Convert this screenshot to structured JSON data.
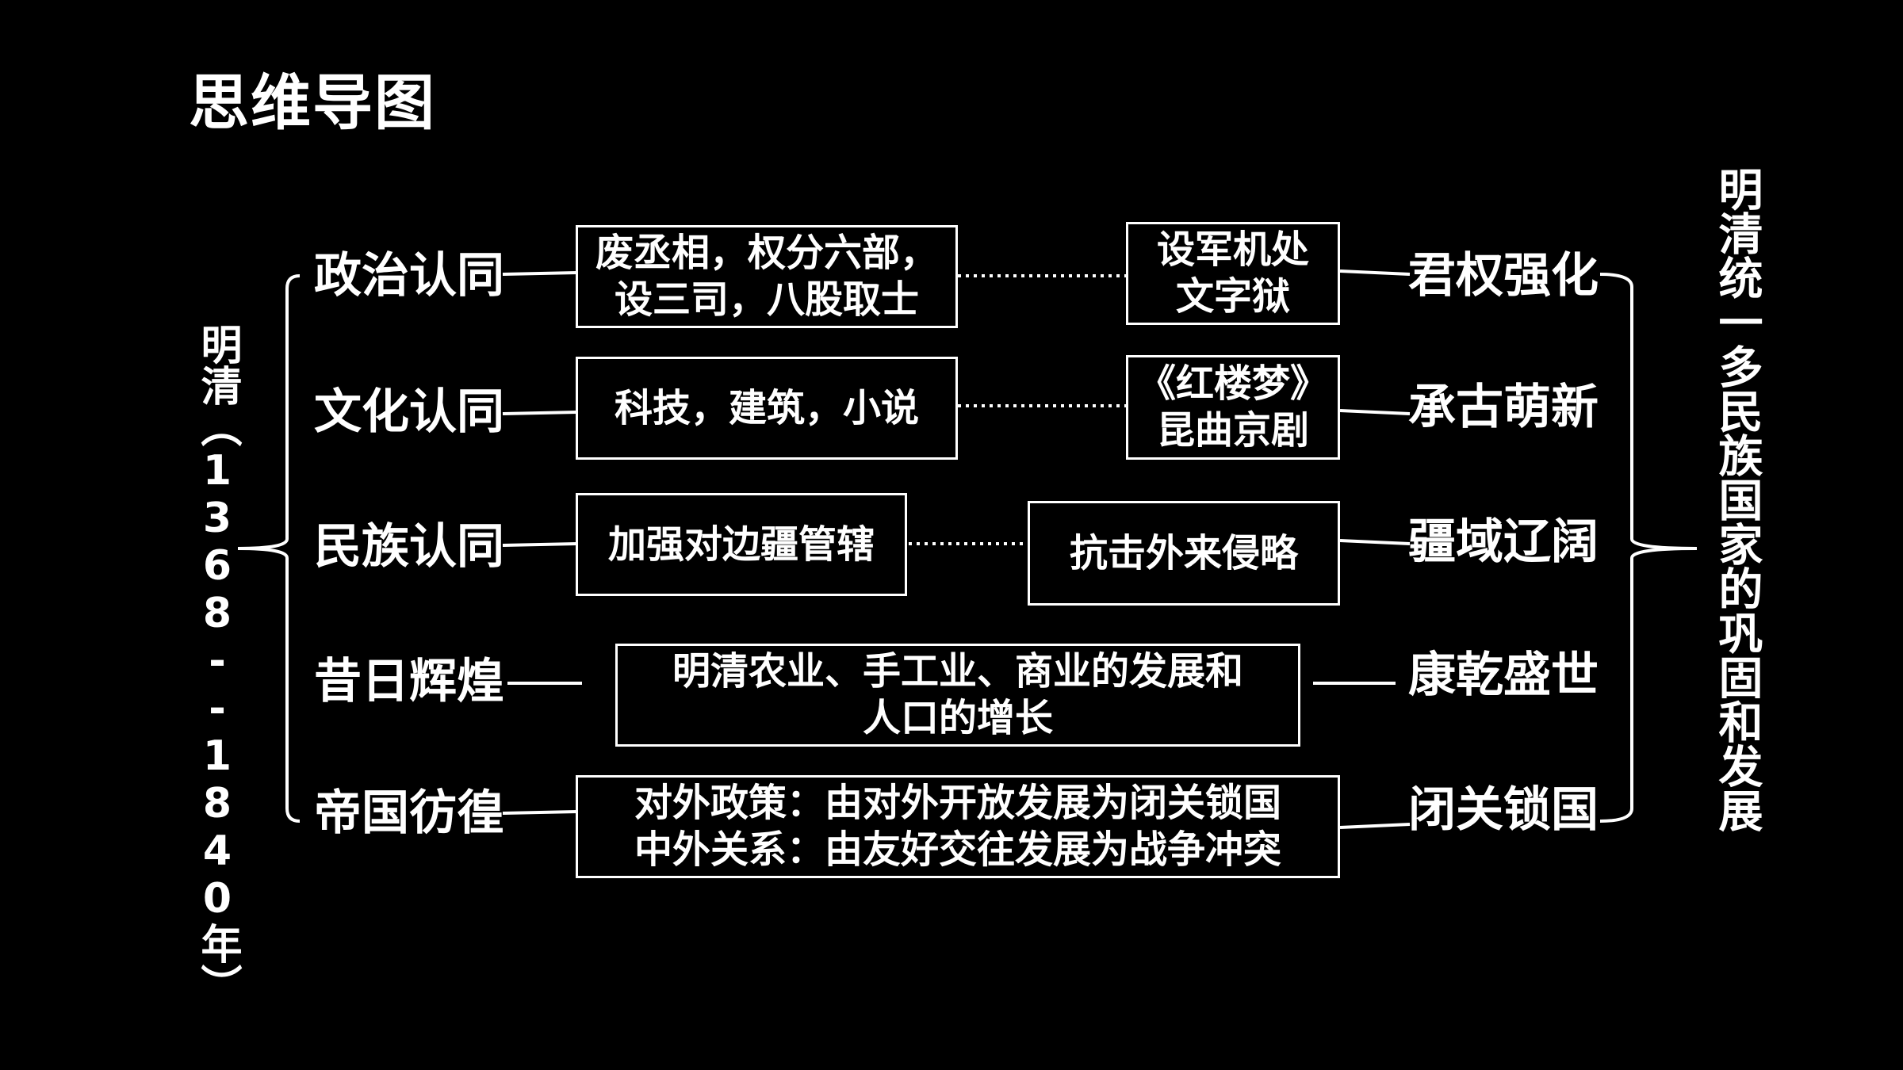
{
  "title": "思维导图",
  "left_period": "明清（1368--1840年）",
  "right_theme": "明清统一多民族国家的巩固和发展",
  "rows": [
    {
      "category": "政治认同",
      "detail": [
        "废丞相，权分六部，",
        "设三司，八股取士"
      ],
      "later": [
        "设军机处",
        "文字狱"
      ],
      "result": "君权强化"
    },
    {
      "category": "文化认同",
      "detail": [
        "科技，建筑，小说"
      ],
      "later": [
        "《红楼梦》",
        "昆曲京剧"
      ],
      "result": "承古萌新"
    },
    {
      "category": "民族认同",
      "detail": [
        "加强对边疆管辖"
      ],
      "later": [
        "抗击外来侵略"
      ],
      "result": "疆域辽阔"
    },
    {
      "category": "昔日辉煌",
      "detail": [
        "明清农业、手工业、商业的发展和",
        "人口的增长"
      ],
      "result": "康乾盛世"
    },
    {
      "category": "帝国彷徨",
      "detail": [
        "对外政策：由对外开放发展为闭关锁国",
        "中外关系：由友好交往发展为战争冲突"
      ],
      "result": "闭关锁国"
    }
  ]
}
